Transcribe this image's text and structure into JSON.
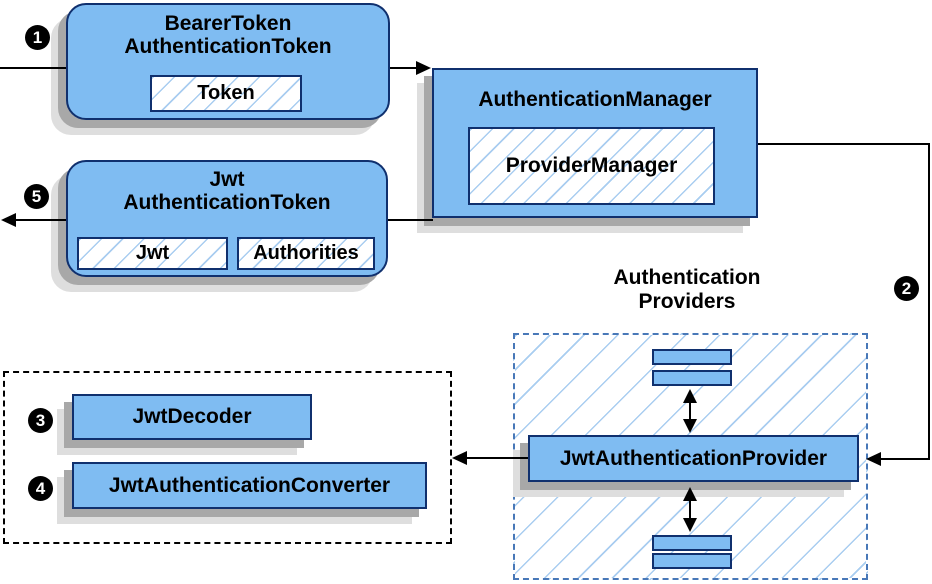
{
  "diagram": {
    "title_semantic": "JWT authentication flow diagram",
    "steps": {
      "s1": "1",
      "s2": "2",
      "s3": "3",
      "s4": "4",
      "s5": "5"
    },
    "nodes": {
      "bearer_token": {
        "title_line1": "BearerToken",
        "title_line2": "AuthenticationToken",
        "field_token": "Token"
      },
      "authentication_manager": {
        "title": "AuthenticationManager",
        "inner": "ProviderManager"
      },
      "jwt_authentication_token": {
        "title_line1": "Jwt",
        "title_line2": "AuthenticationToken",
        "field_jwt": "Jwt",
        "field_authorities": "Authorities"
      },
      "providers_group": {
        "label_line1": "Authentication",
        "label_line2": "Providers",
        "provider": "JwtAuthenticationProvider"
      },
      "jwt_decoder": {
        "title": "JwtDecoder"
      },
      "jwt_authentication_converter": {
        "title": "JwtAuthenticationConverter"
      }
    },
    "colors": {
      "node_fill": "#7fbcf2",
      "node_border": "#10306e",
      "hatch_line": "#a9cdf0",
      "providers_dash_border": "#4878b8",
      "helpers_dash_border": "#000000",
      "shadow_dark": "#a8a8a8",
      "shadow_light": "#dedede",
      "connector": "#000000",
      "badge_background": "#000000",
      "badge_text": "#ffffff"
    }
  }
}
